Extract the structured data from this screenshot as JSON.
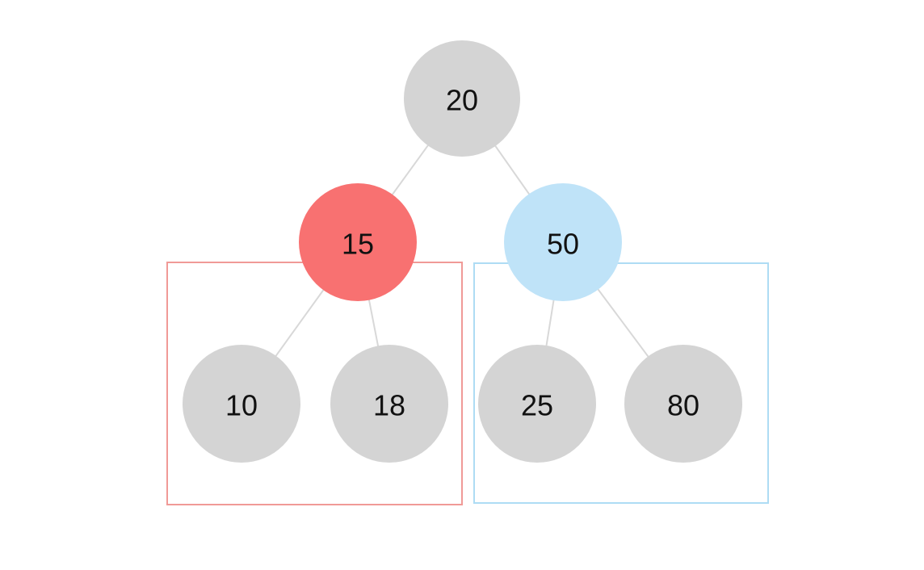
{
  "colors": {
    "node_gray": "#d4d4d4",
    "node_red": "#f87171",
    "node_blue": "#bfe3f8",
    "left_box_border": "#f09a97",
    "right_box_border": "#aedcf4",
    "edge": "#d8d8d8",
    "text": "#111111"
  },
  "nodes": {
    "root": {
      "value": "20"
    },
    "left": {
      "value": "15"
    },
    "right": {
      "value": "50"
    },
    "left_left": {
      "value": "10"
    },
    "left_right": {
      "value": "18"
    },
    "right_left": {
      "value": "25"
    },
    "right_right": {
      "value": "80"
    }
  }
}
